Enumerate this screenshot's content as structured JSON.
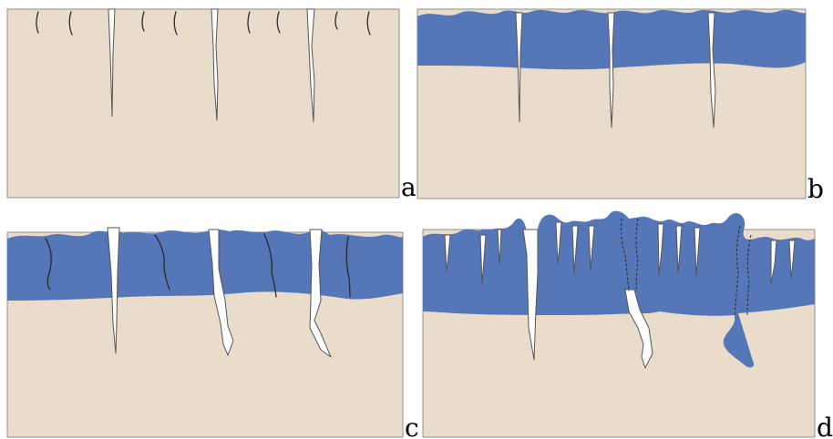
{
  "colors": {
    "substrate": "#e9dccb",
    "coating": "#5577b8",
    "crack": "#ffffff",
    "outline": "#8f8f8f"
  },
  "panels": [
    {
      "label": "a"
    },
    {
      "label": "b"
    },
    {
      "label": "c"
    },
    {
      "label": "d"
    }
  ]
}
